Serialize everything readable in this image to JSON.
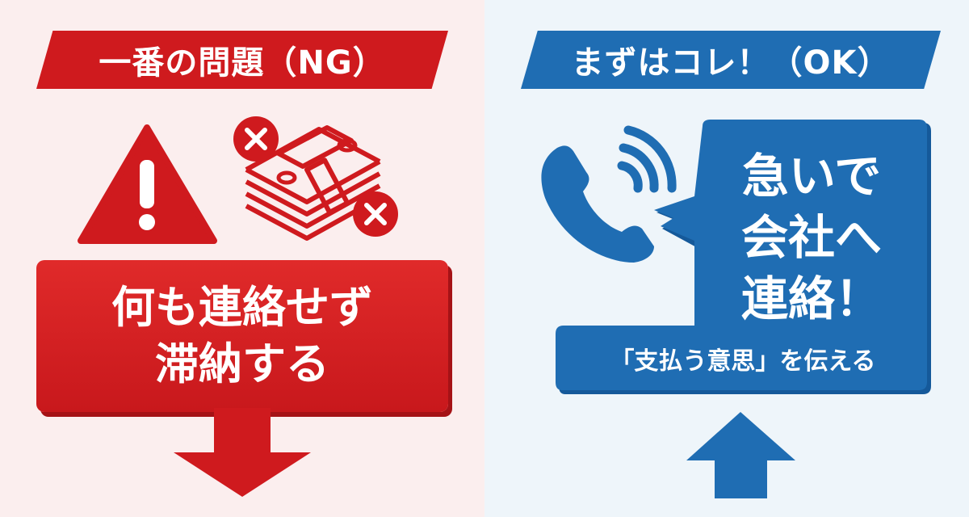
{
  "left": {
    "banner": "一番の問題（NG）",
    "box_line1": "何も連絡せず",
    "box_line2": "滞納する",
    "color": "#cf1a1e"
  },
  "right": {
    "banner": "まずはコレ！（OK）",
    "bubble_line1": "急いで",
    "bubble_line2": "会社へ",
    "bubble_line3": "連絡！",
    "bubble_sub": "「支払う意思」を伝える",
    "color": "#1f6db3"
  }
}
